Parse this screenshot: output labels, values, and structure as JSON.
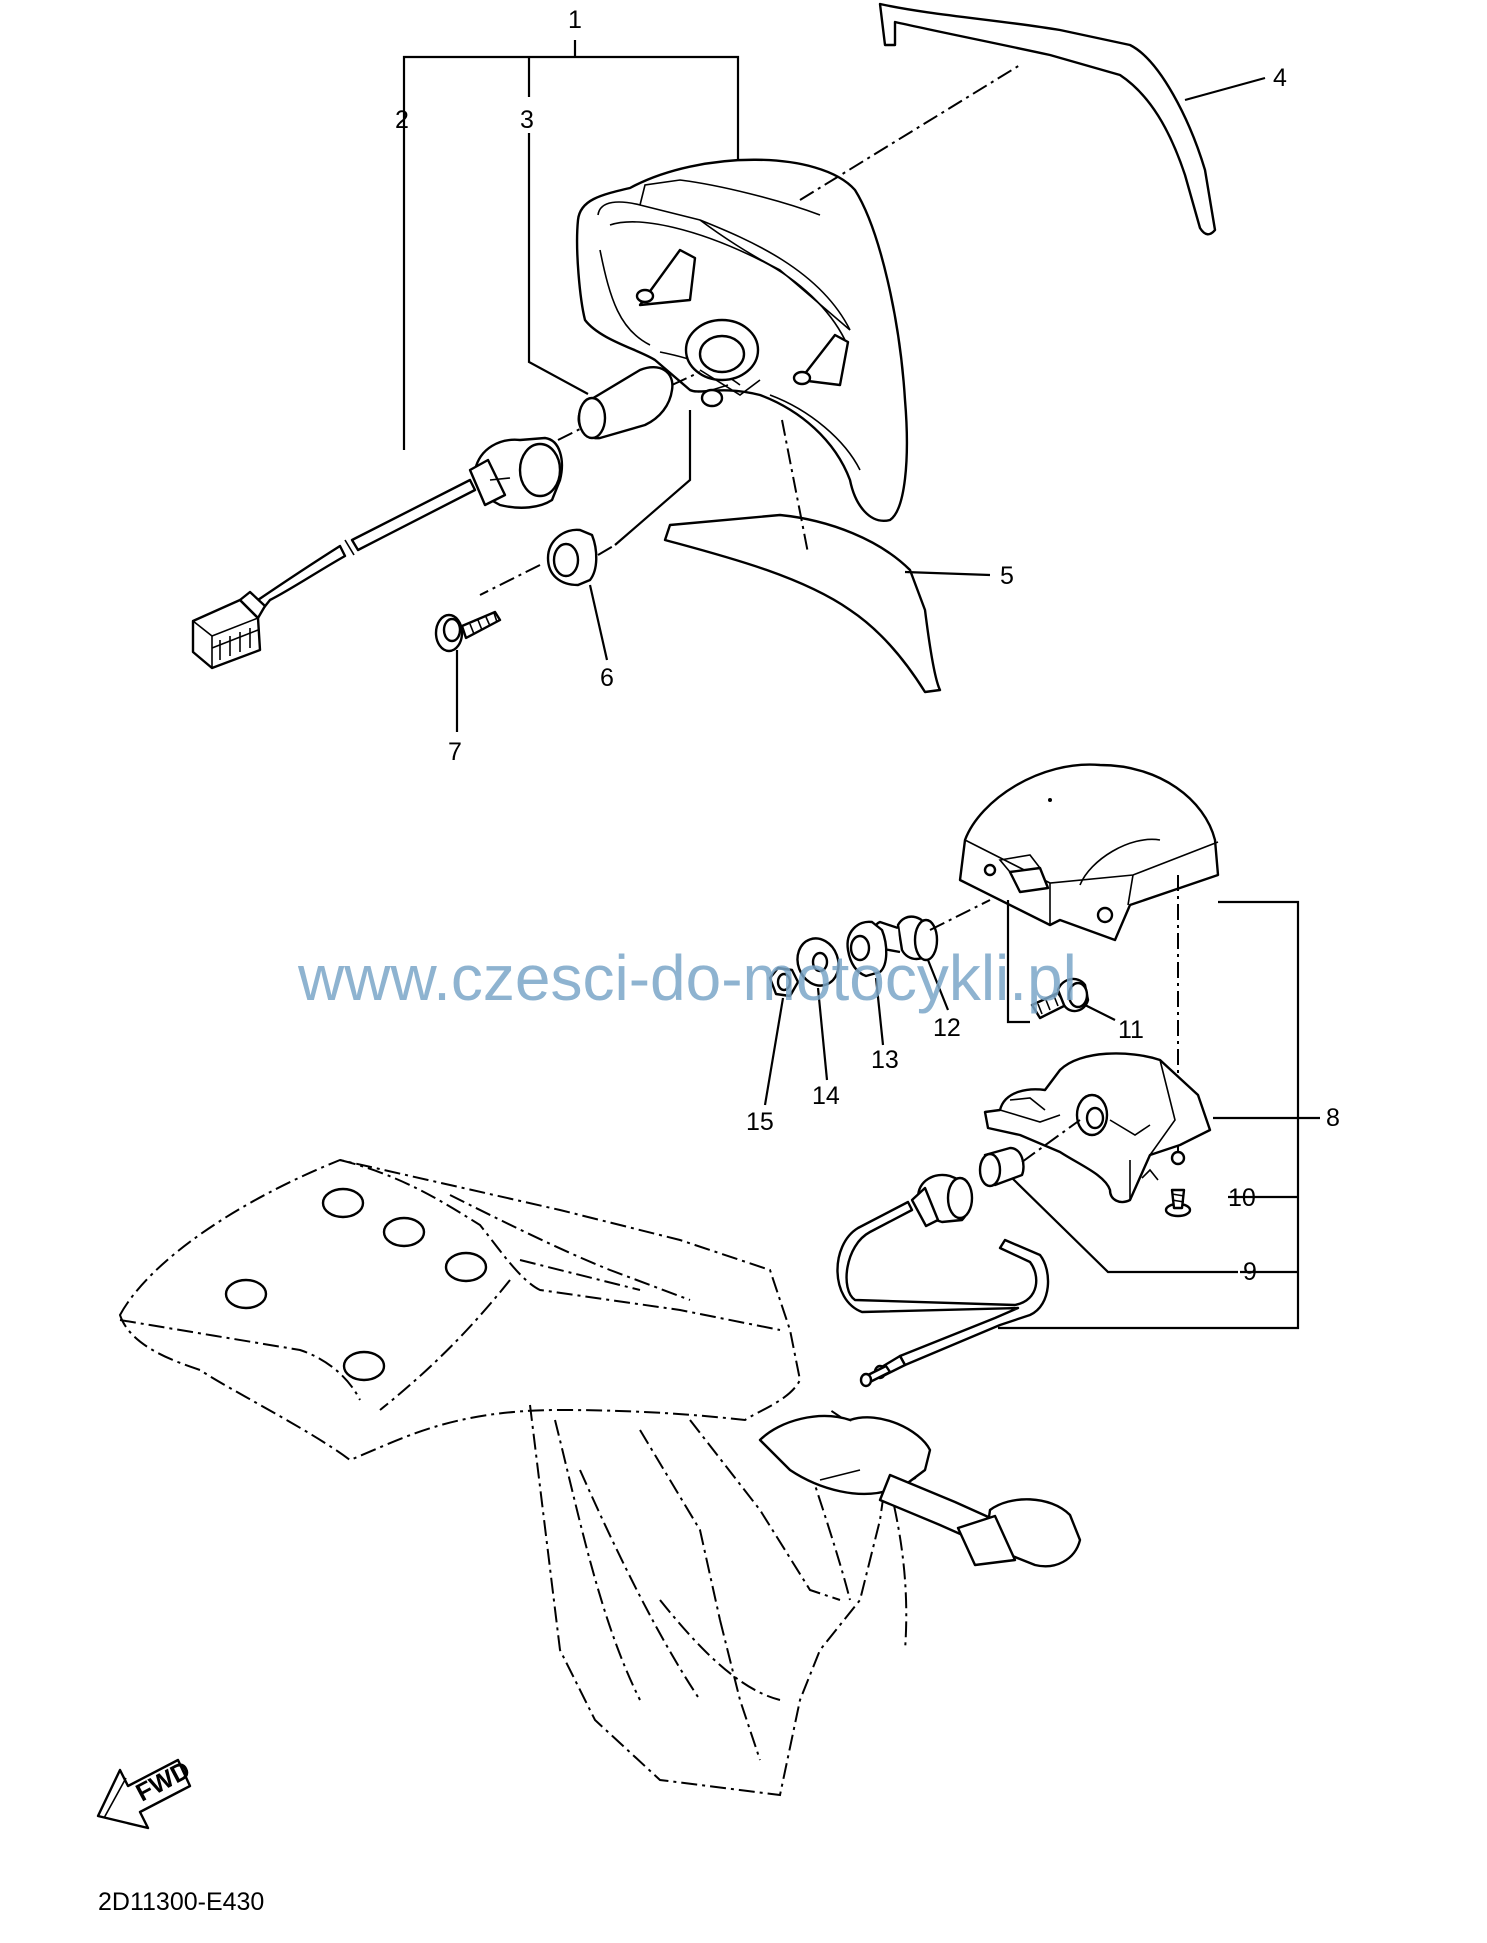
{
  "watermark": "www.czesci-do-motocykli.pl",
  "diagram_code": "2D11300-E430",
  "fwd_label": "FWD",
  "callouts": {
    "c1": "1",
    "c2": "2",
    "c3": "3",
    "c4": "4",
    "c5": "5",
    "c6": "6",
    "c7": "7",
    "c8": "8",
    "c9": "9",
    "c10": "10",
    "c11": "11",
    "c12": "12",
    "c13": "13",
    "c14": "14",
    "c15": "15"
  }
}
